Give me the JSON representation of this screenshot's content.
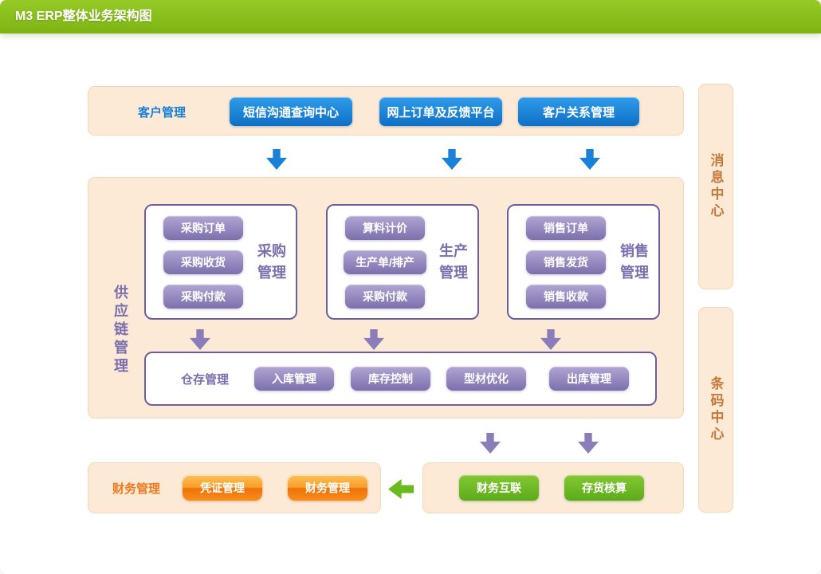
{
  "header": {
    "title": "M3 ERP整体业务架构图"
  },
  "customer": {
    "label": "客户管理",
    "buttons": [
      "短信沟通查询中心",
      "网上订单及反馈平台",
      "客户关系管理"
    ]
  },
  "message_center": {
    "label": "消息中心"
  },
  "barcode_center": {
    "label": "条码中心"
  },
  "supply_chain": {
    "label": "供应链管理",
    "purchase": {
      "label": "采购管理",
      "items": [
        "采购订单",
        "采购收货",
        "采购付款"
      ]
    },
    "production": {
      "label": "生产管理",
      "items": [
        "算料计价",
        "生产单/排产",
        "采购付款"
      ]
    },
    "sales": {
      "label": "销售管理",
      "items": [
        "销售订单",
        "销售发货",
        "销售收款"
      ]
    },
    "warehouse": {
      "label": "仓存管理",
      "items": [
        "入库管理",
        "库存控制",
        "型材优化",
        "出库管理"
      ]
    }
  },
  "finance": {
    "label": "财务管理",
    "buttons": [
      "凭证管理",
      "财务管理"
    ]
  },
  "accounting": {
    "buttons": [
      "财务互联",
      "存货核算"
    ]
  },
  "icons": {
    "down_arrow": "down-arrow",
    "left_arrow": "left-arrow"
  },
  "colors": {
    "header_green": "#85bf1c",
    "panel_peach": "#fcead7",
    "panel_border": "#f3d6b6",
    "blue": "#1a80d6",
    "purple": "#7b6fae",
    "purple_border": "#6b5fa3",
    "orange": "#f0791f",
    "green": "#68ba1e",
    "side_label_brown": "#c4793b"
  }
}
